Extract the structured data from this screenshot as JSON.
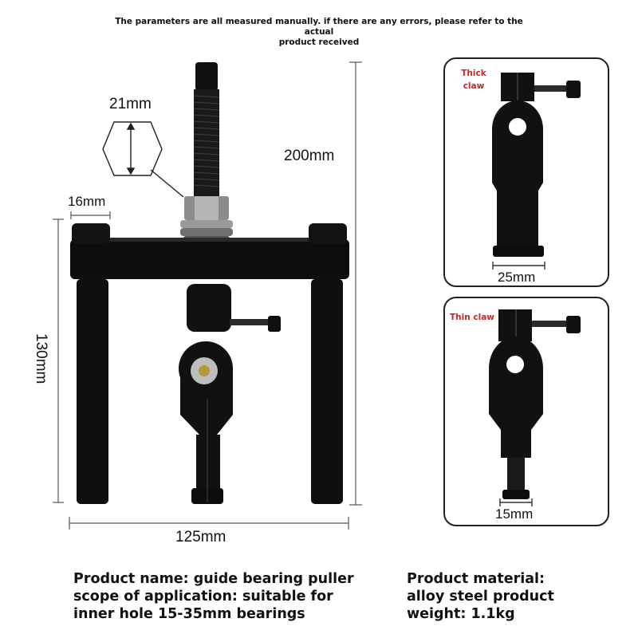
{
  "disclaimer": {
    "line1": "The parameters are all measured manually. if there are any errors, please refer to the actual",
    "line2": "product received"
  },
  "main_figure": {
    "dimensions": {
      "total_height": "200mm",
      "nut_size": "21mm",
      "bolt_head": "16mm",
      "leg_height": "130mm",
      "width": "125mm"
    }
  },
  "claws": [
    {
      "title_line1": "Thick",
      "title_line2": "claw",
      "width": "25mm"
    },
    {
      "title": "Thin claw",
      "width": "15mm"
    }
  ],
  "specs": {
    "left": [
      "Product name: guide bearing puller",
      "scope of application: suitable for",
      "inner hole 15-35mm bearings"
    ],
    "right": [
      "Product material:",
      "alloy steel product",
      "weight: 1.1kg"
    ]
  },
  "colors": {
    "claw_label": "#c0282b",
    "tool_body": "#0d0d0d",
    "dimension_line": "#555555"
  }
}
